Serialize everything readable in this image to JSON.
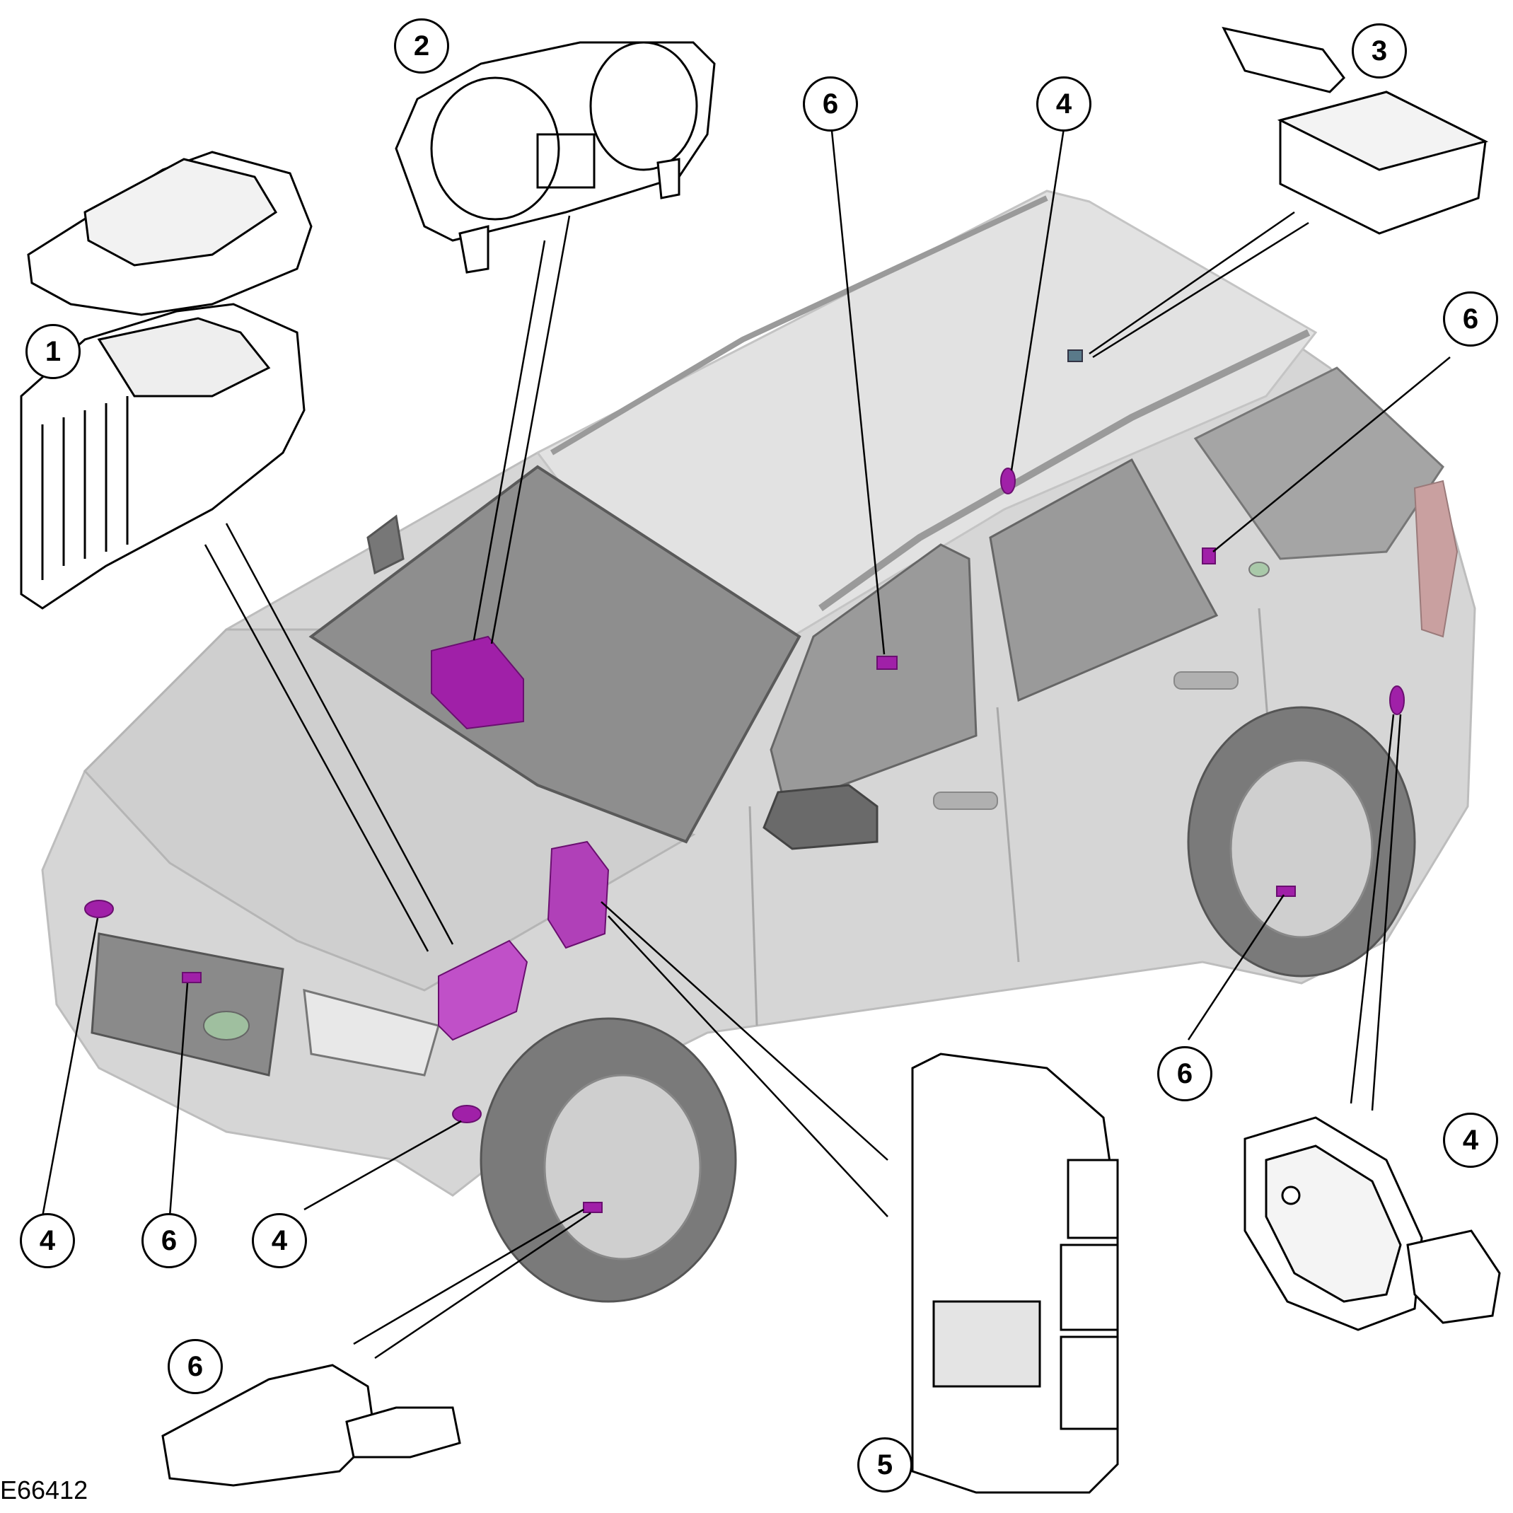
{
  "figure_id": "E66412",
  "callouts": [
    {
      "id": "c1",
      "label": "1"
    },
    {
      "id": "c2",
      "label": "2"
    },
    {
      "id": "c3",
      "label": "3"
    },
    {
      "id": "c4a",
      "label": "4"
    },
    {
      "id": "c4b",
      "label": "4"
    },
    {
      "id": "c4c",
      "label": "4"
    },
    {
      "id": "c4d",
      "label": "4"
    },
    {
      "id": "c5",
      "label": "5"
    },
    {
      "id": "c6a",
      "label": "6"
    },
    {
      "id": "c6b",
      "label": "6"
    },
    {
      "id": "c6c",
      "label": "6"
    },
    {
      "id": "c6d",
      "label": "6"
    },
    {
      "id": "c6e",
      "label": "6"
    }
  ],
  "colors": {
    "highlight": "#a020a8",
    "vehicle_body": "#d4d4d4",
    "glass": "#8a8a8a",
    "outline": "#000000"
  }
}
